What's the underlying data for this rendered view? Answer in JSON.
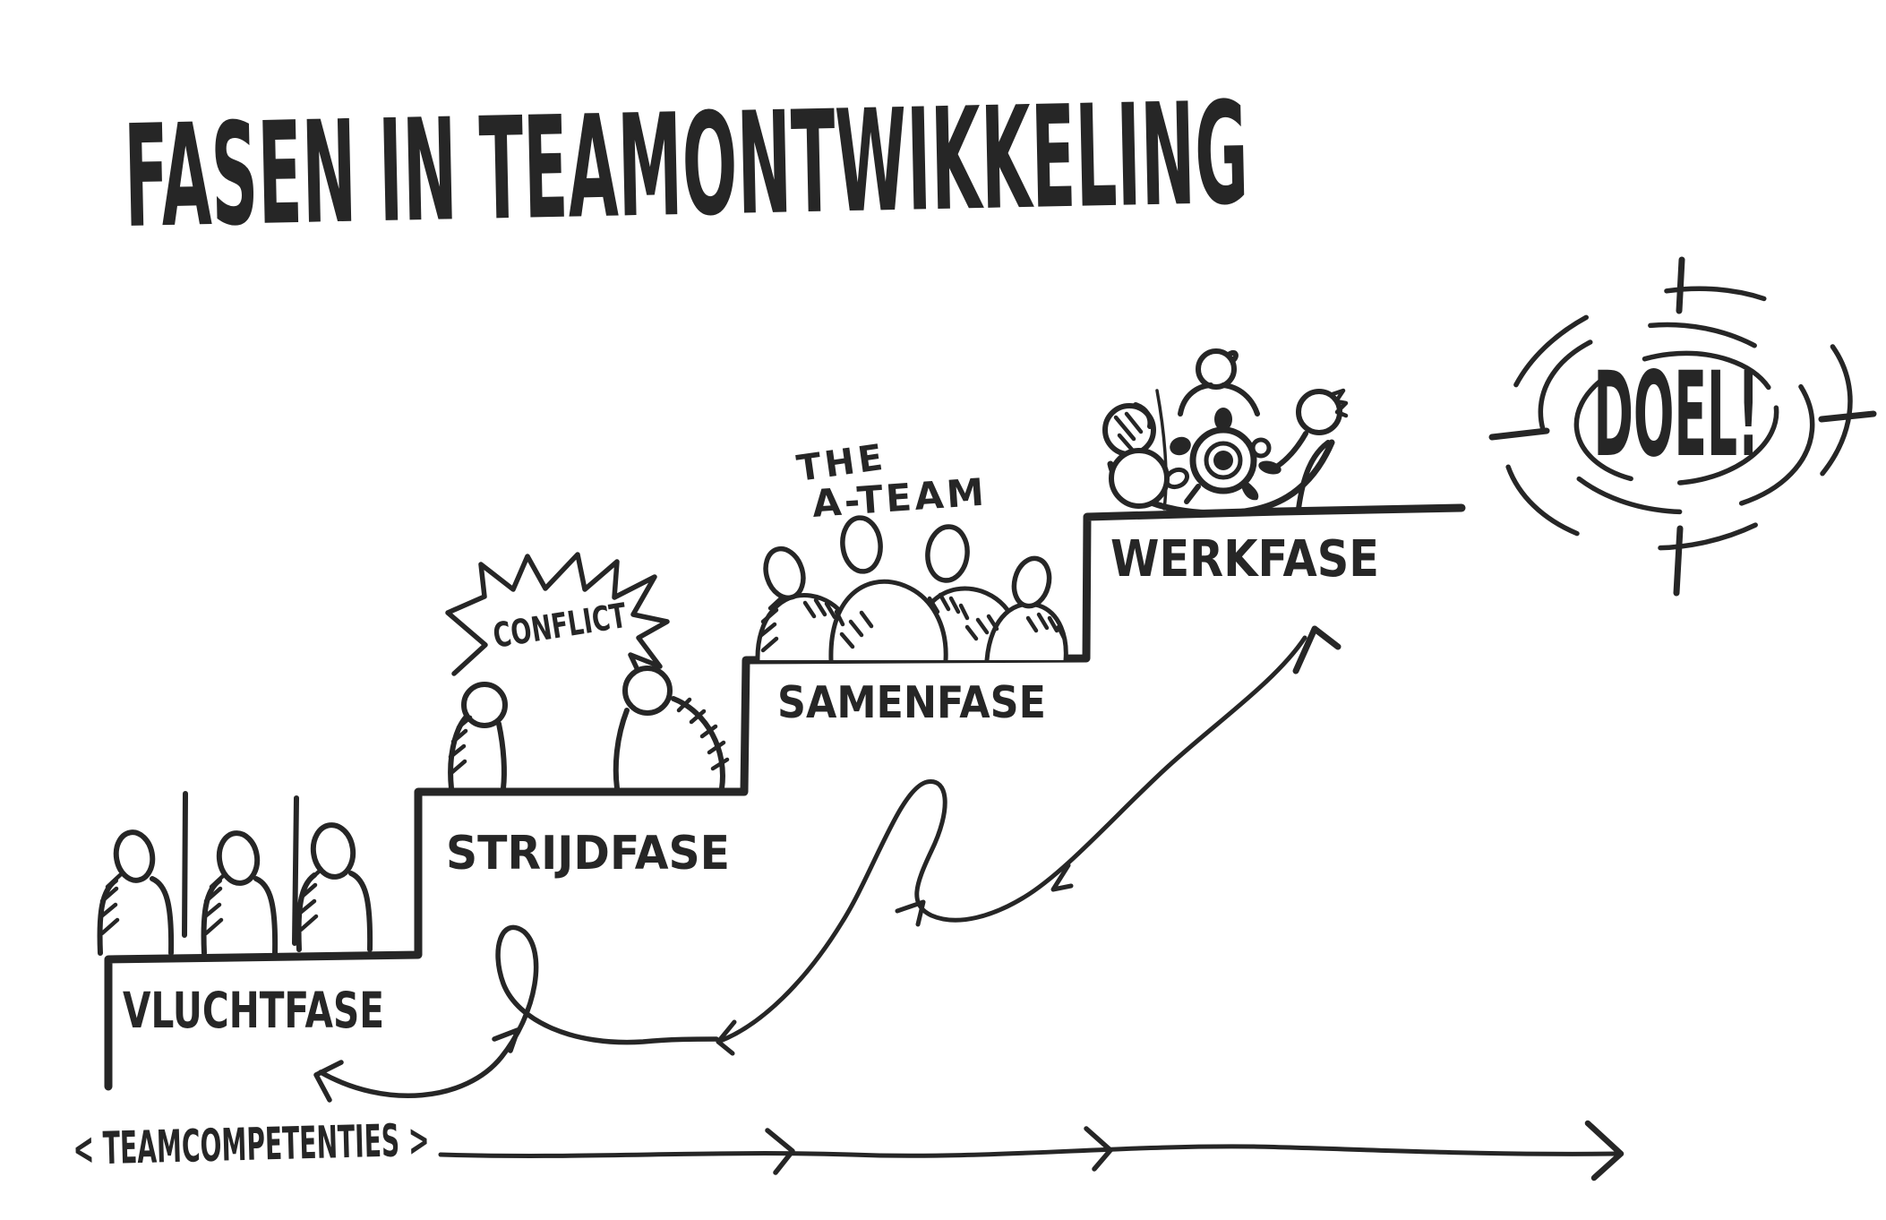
{
  "title": "FASEN IN TEAMONTWIKKELING",
  "colors": {
    "ink": "#262626",
    "background": "#ffffff"
  },
  "phases": [
    {
      "id": "vluchtfase",
      "label": "VLUCHTFASE"
    },
    {
      "id": "strijdfase",
      "label": "STRIJDFASE",
      "callout": "CONFLICT"
    },
    {
      "id": "samenfase",
      "label": "SAMENFASE",
      "callout_line1": "THE",
      "callout_line2": "A-TEAM"
    },
    {
      "id": "werkfase",
      "label": "WERKFASE"
    }
  ],
  "goal": {
    "label": "DOEL!"
  },
  "axis": {
    "label": "< TEAMCOMPETENTIES >"
  },
  "illustrations": {
    "vluchtfase": "three-figures-separated-by-walls",
    "strijdfase": "two-figures-arguing-under-conflict-starburst",
    "samenfase": "four-figures-huddled-together",
    "werkfase": "team-in-boat-with-steering-wheel",
    "goal": "radiating-sunburst-around-goal",
    "arrows": "looping-progress-arrows-and-competence-axis"
  }
}
